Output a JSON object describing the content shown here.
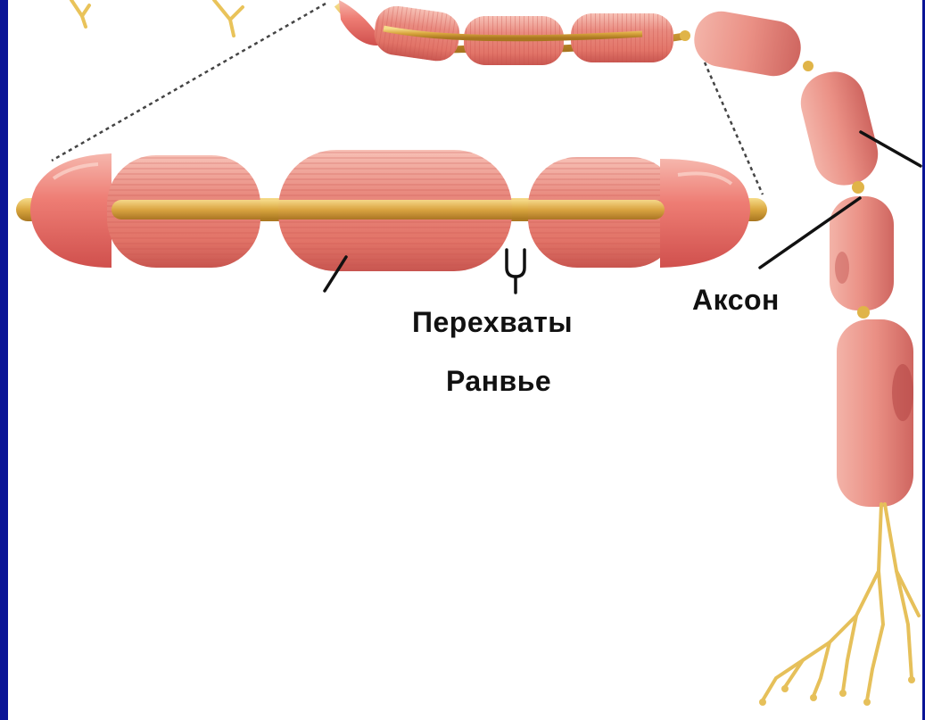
{
  "labels": {
    "axon": "Аксон",
    "nodes_line1": "Перехваты",
    "nodes_line2": "Ранвье"
  },
  "colors": {
    "border": "#0a1496",
    "myelin": "#e8827a",
    "myelin_dark": "#d05a55",
    "axon_core": "#d4a23a",
    "axon_light": "#f3d27a",
    "background": "#ffffff"
  }
}
